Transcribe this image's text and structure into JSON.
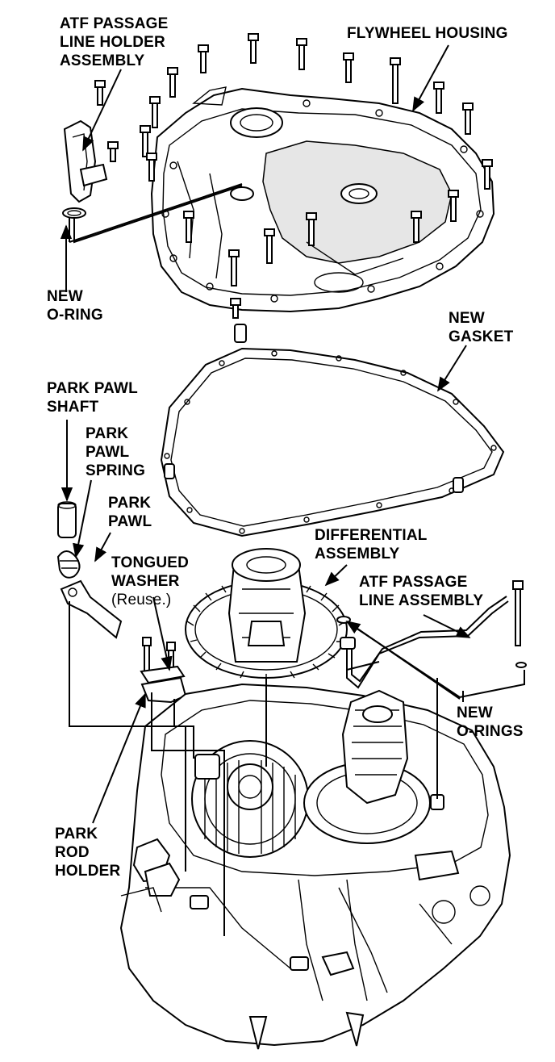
{
  "labels": {
    "atf_holder": [
      "ATF PASSAGE",
      "LINE HOLDER",
      "ASSEMBLY"
    ],
    "flywheel_housing": "FLYWHEEL HOUSING",
    "new_oring": [
      "NEW",
      "O-RING"
    ],
    "new_gasket": [
      "NEW",
      "GASKET"
    ],
    "park_pawl_shaft": [
      "PARK PAWL",
      "SHAFT"
    ],
    "park_pawl_spring": [
      "PARK",
      "PAWL",
      "SPRING"
    ],
    "park_pawl": [
      "PARK",
      "PAWL"
    ],
    "tongued_washer": [
      "TONGUED",
      "WASHER"
    ],
    "reuse": "(Reuse.)",
    "differential": [
      "DIFFERENTIAL",
      "ASSEMBLY"
    ],
    "atf_line": [
      "ATF PASSAGE",
      "LINE ASSEMBLY"
    ],
    "new_orings": [
      "NEW",
      "O-RINGS"
    ],
    "park_rod_holder": [
      "PARK",
      "ROD",
      "HOLDER"
    ]
  },
  "colors": {
    "ink": "#000000",
    "paper": "#ffffff",
    "shade": "#e6e6e6"
  }
}
